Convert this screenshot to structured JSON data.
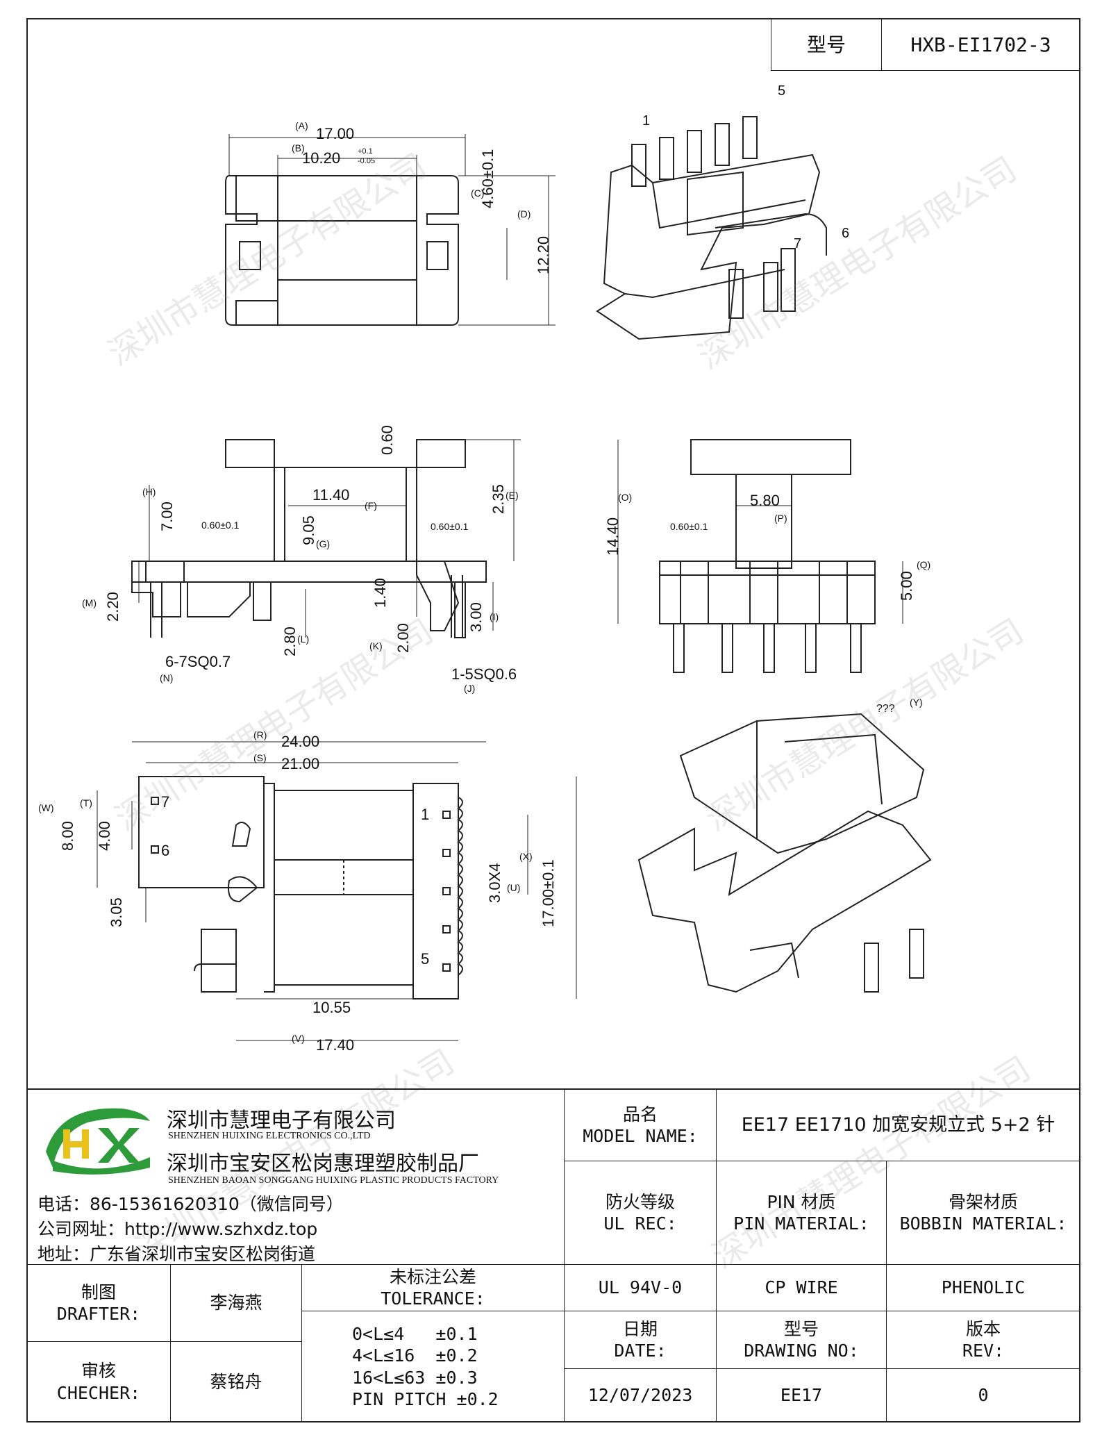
{
  "header": {
    "model_label": "型号",
    "model_value": "HXB-EI1702-3"
  },
  "views": {
    "top": {
      "pin1": "1",
      "pin5": "5",
      "pin6": "6",
      "pin7": "7",
      "dims": [
        "(A)",
        "17.00",
        "(B)",
        "10.20",
        "+0.1",
        "-0.05",
        "(C)",
        "4.60±0.1",
        "(D)",
        "12.20"
      ]
    },
    "front": {
      "dims": [
        "0.60",
        "(H)",
        "7.00",
        "11.40",
        "(F)",
        "2.35",
        "(E)",
        "0.60±0.1",
        "0.60±0.1",
        "9.05",
        "(G)",
        "(M)",
        "2.20",
        "1.40",
        "3.00",
        "(I)",
        "2.80",
        "(L)",
        "(K)",
        "2.00",
        "6-7SQ0.7",
        "(N)",
        "1-5SQ0.6",
        "(J)"
      ]
    },
    "side": {
      "dims": [
        "(O)",
        "14.40",
        "5.80",
        "(P)",
        "0.60±0.1",
        "(Q)",
        "5.00",
        "???",
        "(Y)"
      ]
    },
    "bottom": {
      "dims": [
        "(R)",
        "24.00",
        "(S)",
        "21.00",
        "(W)",
        "8.00",
        "(T)",
        "4.00",
        "7",
        "6",
        "1",
        "5",
        "3.05",
        "3.0X4",
        "(U)",
        "(X)",
        "17.00±0.1",
        "10.55",
        "(V)",
        "17.40"
      ]
    }
  },
  "watermark": "深圳市慧理电子有限公司",
  "company": {
    "logo_text": "HX",
    "name_cn": "深圳市慧理电子有限公司",
    "name_en": "SHENZHEN HUIXING ELECTRONICS CO.,LTD",
    "factory_cn": "深圳市宝安区松岗惠理塑胶制品厂",
    "factory_en": "SHENZHEN BAOAN SONGGANG HUIXING PLASTIC PRODUCTS FACTORY",
    "phone": "电话：86-15361620310（微信同号）",
    "website": "公司网址：http://www.szhxdz.top",
    "address": "地址：广东省深圳市宝安区松岗街道"
  },
  "title_block": {
    "model_name_label_cn": "品名",
    "model_name_label_en": "MODEL NAME:",
    "model_name_value": "EE17 EE1710 加宽安规立式 5+2 针",
    "ul_label_cn": "防火等级",
    "ul_label_en": "UL REC:",
    "pin_label_cn": "PIN 材质",
    "pin_label_en": "PIN MATERIAL:",
    "bobbin_label_cn": "骨架材质",
    "bobbin_label_en": "BOBBIN MATERIAL:",
    "ul_value": "UL 94V-0",
    "pin_value": "CP WIRE",
    "bobbin_value": "PHENOLIC",
    "drafter_label_cn": "制图",
    "drafter_label_en": "DRAFTER:",
    "drafter_value": "李海燕",
    "tolerance_label_cn": "未标注公差",
    "tolerance_label_en": "TOLERANCE:",
    "tol1": "0<L≤4   ±0.1",
    "tol2": "4<L≤16  ±0.2",
    "tol3": "16<L≤63 ±0.3",
    "tol4": "PIN PITCH ±0.2",
    "checker_label_cn": "审核",
    "checker_label_en": "CHECHER:",
    "checker_value": "蔡铭舟",
    "date_label_cn": "日期",
    "date_label_en": "DATE:",
    "date_value": "12/07/2023",
    "drawing_no_label_cn": "型号",
    "drawing_no_label_en": "DRAWING NO:",
    "drawing_no_value": "EE17",
    "rev_label_cn": "版本",
    "rev_label_en": "REV:",
    "rev_value": "0"
  },
  "colors": {
    "line": "#222222",
    "logo_green": "#2e9b3a",
    "logo_yellow": "#e8c21a"
  }
}
